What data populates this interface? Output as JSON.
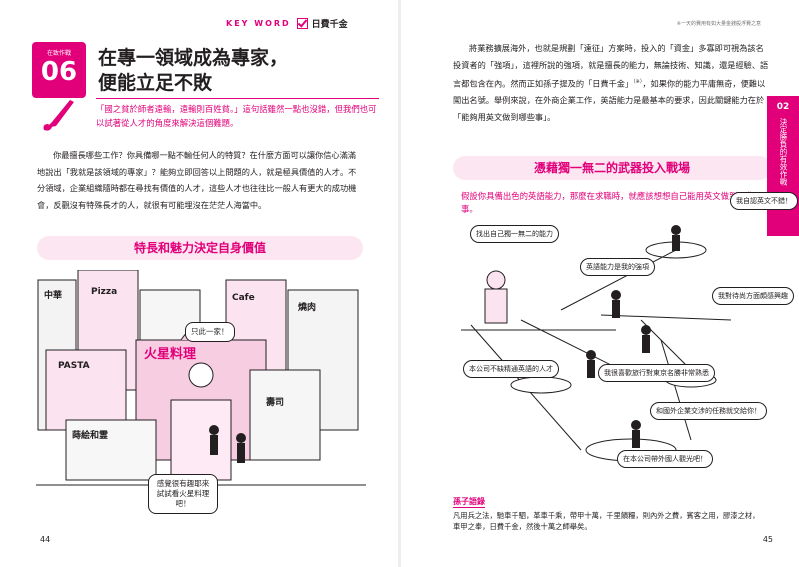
{
  "header": {
    "keyword_label": "KEY WORD",
    "keyword": "日費千金",
    "right_note": "※一天的費用有如大量金錢般浮費之意"
  },
  "chapter": {
    "badge_label": "在致作戰",
    "number": "06",
    "title_line1": "在專一領域成為專家，",
    "title_line2": "便能立足不敗",
    "lead": "「國之貧於師者遠輸，遠輸則百姓貧。」這句話雖然一點也沒錯，但我們也可以試著從人才的角度來解決這個難題。"
  },
  "left_body": "你最擅長哪些工作？你具備哪一點不輸任何人的特質？在什麼方面可以讓你信心滿滿地說出「我就是該領域的專家」？能夠立即回答以上問題的人，就是極具價值的人才。不分領域，企業組織隨時都在尋找有價值的人才，這些人才也往往比一般人有更大的成功機會，反觀沒有特殊長才的人，就很有可能埋沒在茫茫人海當中。",
  "left_section_title": "特長和魅力決定自身價值",
  "left_illustration": {
    "signs": [
      "中華",
      "Pizza",
      "Cafe",
      "燒肉",
      "火星料理",
      "PASTA",
      "壽司",
      "蒔絵和霊"
    ],
    "bubble_only": "只此一家！",
    "bubble_try": "感覺很有趣耶來試試看火星料理吧！"
  },
  "right_body": "將業務擴展海外，也就是規劃「遠征」方案時，投入的「資金」多寡即可視為該名投資者的「強項」，這裡所說的強項，就是擅長的能力，無論技術、知識，還是經驗、語言都包含在內。然而正如孫子提及的「日費千金」",
  "right_body_sup": "（※）",
  "right_body_tail": "，如果你的能力平庸無奇，便難以闖出名號。舉例來說，在外商企業工作，英語能力是最基本的要求，因此關鍵能力在於「能夠用英文做到哪些事」。",
  "right_section_title": "憑藉獨一無二的武器投入戰場",
  "right_intro": "假設你具備出色的英語能力，那麼在求職時，就應該想想自己能用英文做到哪些事。",
  "side_tab": {
    "number": "02",
    "text": "決定勝負的有效作戰"
  },
  "right_illustration": {
    "bubbles": [
      "我自認英文不錯！",
      "找出自己獨一無二的能力",
      "英語能力是我的強項",
      "我對待尚方面頗感興趣",
      "本公司不缺精通英語的人才",
      "我很喜歡旅行對東京名勝非常熟悉",
      "和國外企業交涉的任務就交給你！",
      "在本公司帶外國人觀光吧！"
    ]
  },
  "note": {
    "title": "孫子語錄",
    "text": "凡用兵之法，馳車千駟，革車千乘，帶甲十萬，千里饋糧，則內外之費，賓客之用，膠漆之材，車甲之奉，日費千金，然後十萬之師舉矣。"
  },
  "page_numbers": {
    "left": "44",
    "right": "45"
  },
  "colors": {
    "accent": "#e2007a",
    "accent_light": "#fce6f1"
  }
}
